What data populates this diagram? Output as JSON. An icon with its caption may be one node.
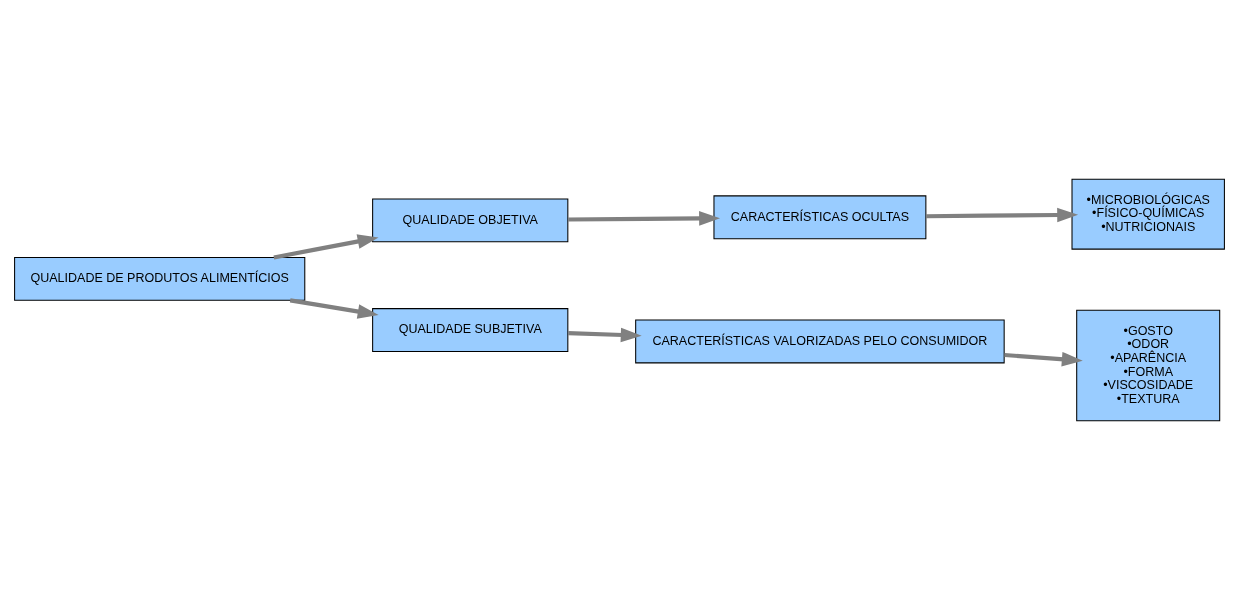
{
  "diagram": {
    "nodes": [
      {
        "text": [
          "QUALIDADE DE PRODUTOS ALIMENTÍCIOS"
        ]
      },
      {
        "text": [
          "QUALIDADE OBJETIVA"
        ]
      },
      {
        "text": [
          "CARACTERÍSTICAS OCULTAS"
        ]
      },
      {
        "text": [
          "•MICROBIOLÓGICAS",
          "•FÍSICO-QUÍMICAS",
          "•NUTRICIONAIS"
        ]
      },
      {
        "text": [
          "QUALIDADE SUBJETIVA"
        ]
      },
      {
        "text": [
          "CARACTERÍSTICAS VALORIZADAS PELO CONSUMIDOR"
        ]
      },
      {
        "text": [
          "•GOSTO",
          "•ODOR",
          "•APARÊNCIA",
          "•FORMA",
          "•VISCOSIDADE",
          "•TEXTURA"
        ]
      }
    ],
    "edges": [
      {
        "from": 0,
        "to": 1,
        "arrow": "to"
      },
      {
        "from": 0,
        "to": 4,
        "arrow": "to"
      },
      {
        "from": 1,
        "to": 2,
        "arrow": "to"
      },
      {
        "from": 2,
        "to": 3,
        "arrow": "to"
      },
      {
        "from": 4,
        "to": 5,
        "arrow": "to"
      },
      {
        "from": 5,
        "to": 6,
        "arrow": "to"
      }
    ]
  }
}
